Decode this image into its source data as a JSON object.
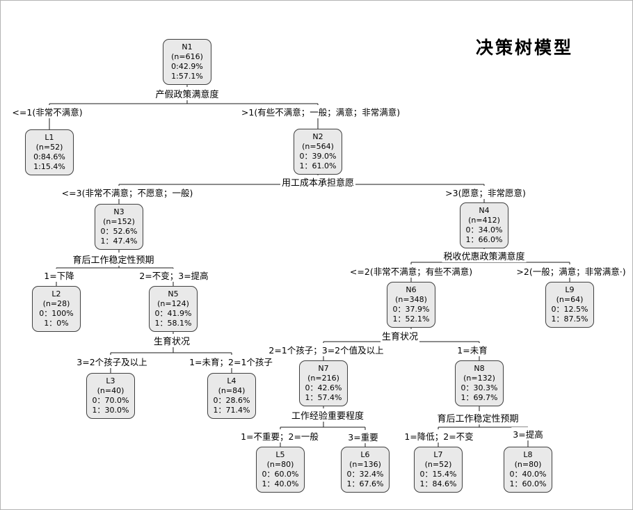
{
  "title": "决策树模型",
  "tree": {
    "nodes": {
      "n1": {
        "id": "N1",
        "n": "(n=616)",
        "p0": "0:42.9%",
        "p1": "1:57.1%"
      },
      "l1": {
        "id": "L1",
        "n": "(n=52)",
        "p0": "0:84.6%",
        "p1": "1:15.4%"
      },
      "n2": {
        "id": "N2",
        "n": "(n=564)",
        "p0": "0：39.0%",
        "p1": "1：61.0%"
      },
      "n3": {
        "id": "N3",
        "n": "(n=152)",
        "p0": "0：52.6%",
        "p1": "1：47.4%"
      },
      "n4": {
        "id": "N4",
        "n": "(n=412)",
        "p0": "0：34.0%",
        "p1": "1：66.0%"
      },
      "l2": {
        "id": "L2",
        "n": "(n=28)",
        "p0": "0：100%",
        "p1": "1：0%"
      },
      "n5": {
        "id": "N5",
        "n": "(n=124)",
        "p0": "0：41.9%",
        "p1": "1：58.1%"
      },
      "n6": {
        "id": "N6",
        "n": "(n=348)",
        "p0": "0：37.9%",
        "p1": "1：52.1%"
      },
      "l9": {
        "id": "L9",
        "n": "(n=64)",
        "p0": "0：12.5%",
        "p1": "1：87.5%"
      },
      "l3": {
        "id": "L3",
        "n": "(n=40)",
        "p0": "0：70.0%",
        "p1": "1：30.0%"
      },
      "l4": {
        "id": "L4",
        "n": "(n=84)",
        "p0": "0：28.6%",
        "p1": "1：71.4%"
      },
      "n7": {
        "id": "N7",
        "n": "(n=216)",
        "p0": "0：42.6%",
        "p1": "1：57.4%"
      },
      "n8": {
        "id": "N8",
        "n": "(n=132)",
        "p0": "0：30.3%",
        "p1": "1：69.7%"
      },
      "l5": {
        "id": "L5",
        "n": "(n=80)",
        "p0": "0：60.0%",
        "p1": "1：40.0%"
      },
      "l6": {
        "id": "L6",
        "n": "(n=136)",
        "p0": "0：32.4%",
        "p1": "1：67.6%"
      },
      "l7": {
        "id": "L7",
        "n": "(n=52)",
        "p0": "0：15.4%",
        "p1": "1：84.6%"
      },
      "l8": {
        "id": "L8",
        "n": "(n=80)",
        "p0": "0：40.0%",
        "p1": "1：60.0%"
      }
    },
    "splits": {
      "n1": "产假政策满意度",
      "n2": "用工成本承担意愿",
      "n3": "育后工作稳定性预期",
      "n4": "税收优惠政策满意度",
      "n5": "生育状况",
      "n6": "生育状况",
      "n7": "工作经验重要程度",
      "n8": "育后工作稳定性预期"
    },
    "branches": {
      "n1_left": "<=1(非常不满意)",
      "n1_right": ">1(有些不满意；一般；满意；非常满意)",
      "n2_left": "<=3(非常不满意；不愿意；一般)",
      "n2_right": ">3(愿意；非常愿意)",
      "n3_left": "1=下降",
      "n3_right": "2=不变；3=提高",
      "n4_left": "<=2(非常不满意；有些不满意)",
      "n4_right": ">2(一般；满意；非常满意·)",
      "n5_left": "3=2个孩子及以上",
      "n5_right": "1=未育；2=1个孩子",
      "n6_left": "2=1个孩子；3=2个值及以上",
      "n6_right": "1=未育",
      "n7_left": "1=不重要；2=一般",
      "n7_right": "3=重要",
      "n8_left": "1=降低；2=不变",
      "n8_right": "3=提高"
    }
  },
  "colors": {
    "node_fill": "#e9e9e9",
    "node_border": "#3f3f3f",
    "line": "#1a1a1a",
    "canvas_border": "#b3b3b3",
    "text": "#000000"
  }
}
